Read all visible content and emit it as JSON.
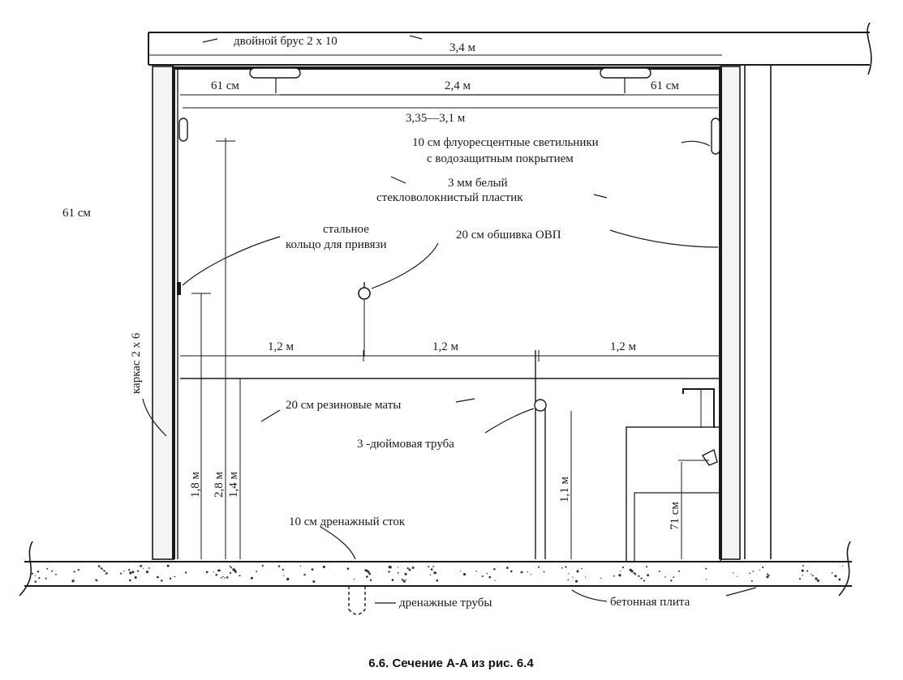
{
  "diagram": {
    "labels": {
      "double_beam": "двойной брус 2 х 10",
      "width_outer": "3,4 м",
      "margin_left": "61 см",
      "width_center": "2,4 м",
      "margin_right": "61 см",
      "width_inner": "3,35—3,1 м",
      "lights_line1": "10 см флуоресцентные светильники",
      "lights_line2": "с водозащитным покрытием",
      "plastic_line1": "3 мм белый",
      "plastic_line2": "стекловолокнистый пластик",
      "height_side": "61 см",
      "ring_line1": "стальное",
      "ring_line2": "кольцо для привязи",
      "osb": "20 см обшивка ОВП",
      "frame": "каркас 2 х 6",
      "seg1": "1,2 м",
      "seg2": "1,2 м",
      "seg3": "1,2 м",
      "mats": "20 см резиновые маты",
      "pipe": "3 -дюймовая труба",
      "h_18": "1,8 м",
      "h_28": "2,8 м",
      "h_14": "1,4 м",
      "h_11": "1,1 м",
      "h_71": "71 см",
      "drain_flow": "10 см дренажный сток",
      "drain_pipes": "дренажные трубы",
      "slab": "бетонная плита"
    },
    "caption": "6.6. Сечение А-А из рис. 6.4",
    "accent_color": "#2e9e2e"
  }
}
